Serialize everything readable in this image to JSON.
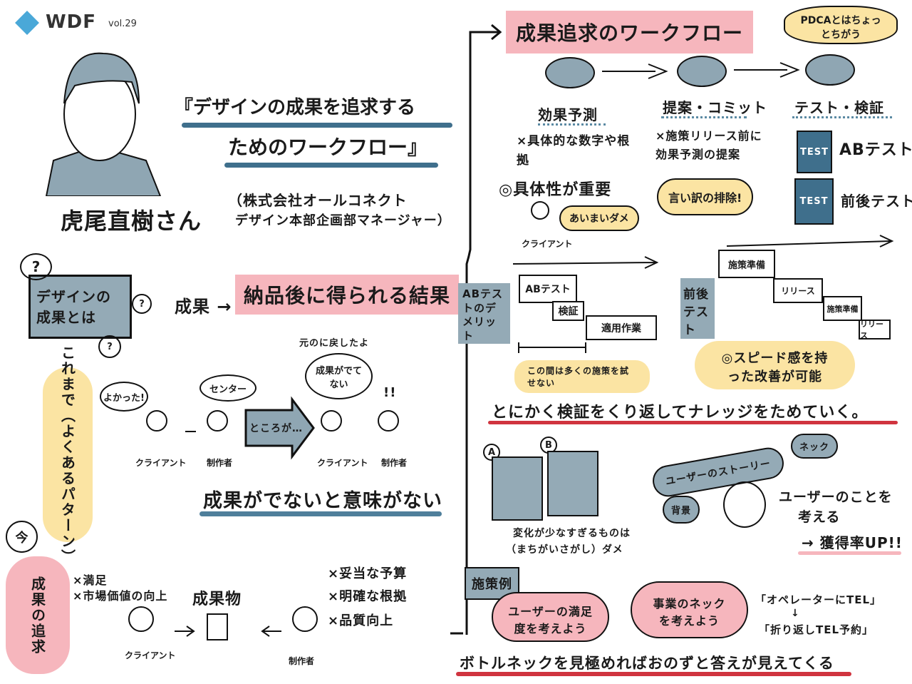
{
  "header": {
    "logo": "WDF",
    "vol": "vol.29"
  },
  "title": {
    "line1": "『デザインの成果を追求する",
    "line2": "ためのワークフロー』"
  },
  "speaker": {
    "name": "虎尾直樹さん",
    "affiliation1": "（株式会社オールコネクト",
    "affiliation2": "デザイン本部企画部マネージャー）"
  },
  "definition": {
    "question_box": "デザインの成果とは",
    "q": "?",
    "term": "成果 →",
    "answer": "納品後に得られる結果"
  },
  "past": {
    "label": "これまで（よくあるパターン）",
    "bubble1": "よかった!",
    "bubble2": "センター",
    "arrow_label": "ところが…",
    "bubble3": "成果がでてない",
    "shout": "元のに戻したよ",
    "exclaim": "!!",
    "client": "クライアント",
    "maker": "制作者",
    "conclusion": "成果がでないと意味がない"
  },
  "now": {
    "bubble": "今",
    "label": "成果の追求",
    "left_items": [
      "×満足",
      "×市場価値の向上"
    ],
    "right_items": [
      "×妥当な予算",
      "×明確な根拠",
      "×品質向上"
    ],
    "product": "成果物",
    "client": "クライアント",
    "maker": "制作者"
  },
  "workflow": {
    "title": "成果追求のワークフロー",
    "note": "PDCAとはちょっとちがう",
    "steps": [
      {
        "label": "効果予測",
        "notes": [
          "×具体的な数字や根拠",
          "◎具体性が重要"
        ],
        "bubble": "あいまいダメ",
        "person": "クライアント"
      },
      {
        "label": "提案・コミット",
        "notes": [
          "×施策リリース前に効果予測の提案"
        ],
        "bubble": "言い訳の排除!"
      },
      {
        "label": "テスト・検証",
        "tests": [
          {
            "tag": "TEST",
            "name": "ABテスト"
          },
          {
            "tag": "TEST",
            "name": "前後テスト"
          }
        ]
      }
    ]
  },
  "ab": {
    "label": "ABテストのデメリット",
    "bars": [
      "ABテスト",
      "検証",
      "適用作業"
    ],
    "note": "この間は多くの施策を試せない"
  },
  "beforeafter": {
    "label": "前後テスト",
    "bars": [
      "施策準備",
      "リリース",
      "施策準備",
      "リリース"
    ],
    "note": "◎スピード感を持った改善が可能"
  },
  "knowledge": "とにかく検証をくり返してナレッジをためていく。",
  "variants": {
    "a": "A",
    "b": "B",
    "note1": "変化が少なすぎるものは",
    "note2": "（まちがいさがし）ダメ"
  },
  "user": {
    "story": "ユーザーのストーリー",
    "neck": "ネック",
    "background": "背景",
    "think1": "ユーザーのことを",
    "think2": "考える",
    "result": "→ 獲得率UP!!"
  },
  "examples": {
    "label": "施策例",
    "cloud1": "ユーザーの満足度を考えよう",
    "cloud2": "事業のネックを考えよう",
    "quote1": "「オペレーターにTEL」",
    "quote2": "「折り返しTEL予約」",
    "arrow": "↓"
  },
  "bottom": "ボトルネックを見極めればおのずと答えが見えてくる"
}
